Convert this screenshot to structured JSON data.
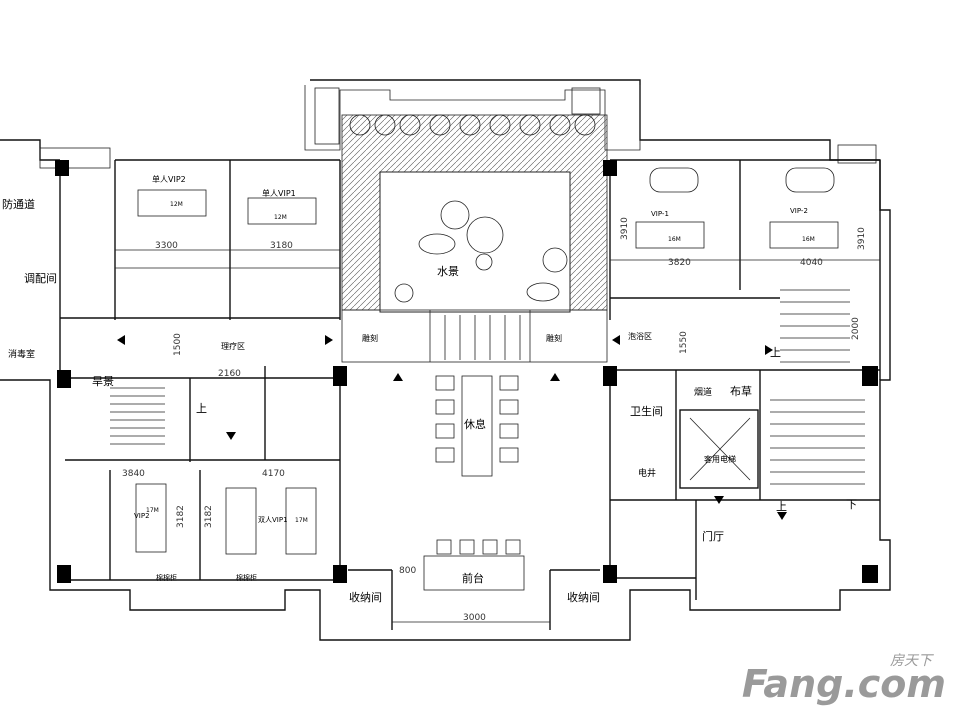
{
  "rooms": {
    "passage": "防通道",
    "blend_room": "调配间",
    "disinfect_room": "消毒室",
    "single_vip2": "单人VIP2",
    "single_vip1": "单人VIP1",
    "treat_area": "理疗区",
    "water_feature": "水景",
    "carving_left": "雕刻",
    "carving_right": "雕刻",
    "vip_1": "VIP-1",
    "vip_2": "VIP-2",
    "bath_area": "泡浴区",
    "dry_scenery": "旱景",
    "rest": "休息",
    "washroom": "卫生间",
    "flue": "烟道",
    "linen": "布草",
    "guest_elevator": "客用电梯",
    "elec_shaft": "电井",
    "foyer": "门厅",
    "vip2_lower": "VIP2",
    "double_vip1": "双人VIP1",
    "reception": "前台",
    "storage_left": "收纳间",
    "storage_right": "收纳间",
    "linen_cab_left": "棉棉柜",
    "linen_cab_right": "棉棉柜"
  },
  "stairs": {
    "up_left": "上",
    "up_right": "上",
    "up_foyer": "上",
    "down_foyer": "下"
  },
  "beds": [
    "12M",
    "12M",
    "16M",
    "16M",
    "17M",
    "17M"
  ],
  "dimensions": {
    "d3300": "3300",
    "d3180": "3180",
    "d3910a": "3910",
    "d3820": "3820",
    "d4040": "4040",
    "d3910b": "3910",
    "d1500": "1500",
    "d2160": "2160",
    "d1550": "1550",
    "d2000": "2000",
    "d3840": "3840",
    "d4170": "4170",
    "d3182a": "3182",
    "d3182b": "3182",
    "d800": "800",
    "d3000": "3000"
  },
  "watermark": {
    "top": "房天下",
    "main": "Fang.com"
  },
  "colors": {
    "line": "#111111",
    "watermark": "#9a9a9a"
  }
}
